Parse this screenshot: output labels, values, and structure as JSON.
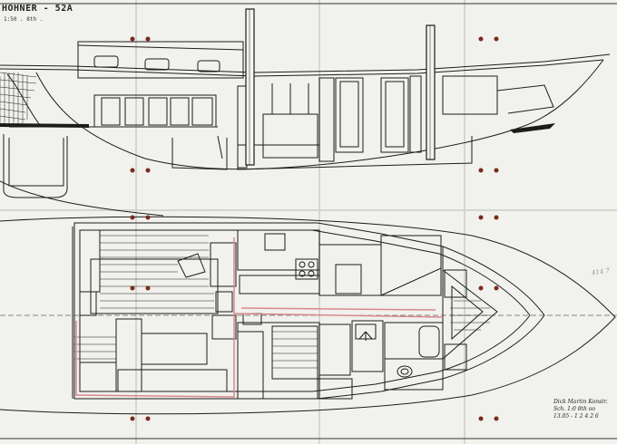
{
  "drawing": {
    "title": "HOHNER - 52A",
    "subtitle": "1:50 . 8th .",
    "stamp_lines": [
      "Dick Martin Konstr.",
      "Sch. 1:0 8th oo",
      "13.05 - 1 2 4 2 6"
    ],
    "side_note": "414 7",
    "colors": {
      "paper": "#f1f1ee",
      "ink": "#1c1c1c",
      "fold": "#d8d8d4",
      "red_mark": "#d88a8a",
      "hole": "#7a2a1a"
    }
  }
}
